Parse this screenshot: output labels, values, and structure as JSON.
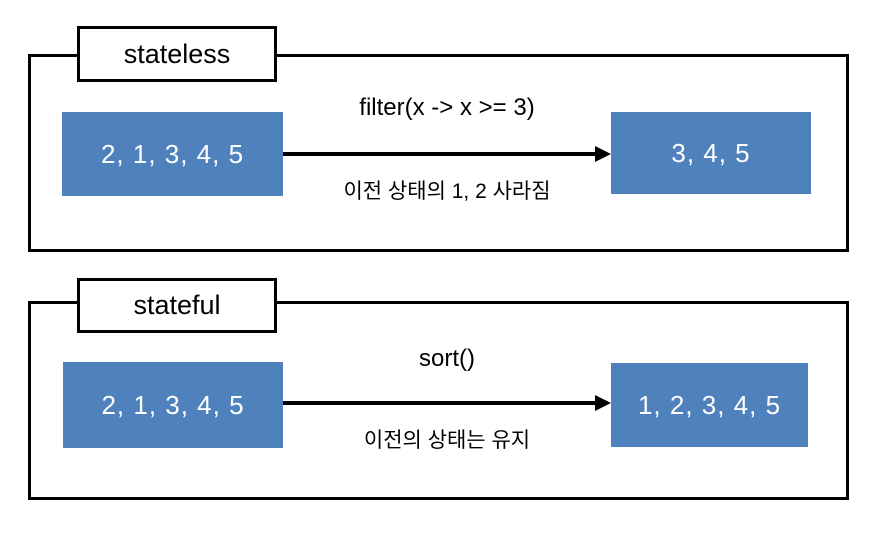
{
  "colors": {
    "box_fill": "#4f81bd",
    "box_text": "#ffffff",
    "line": "#000000",
    "background": "#ffffff"
  },
  "sections": [
    {
      "label": "stateless",
      "input_values": "2, 1, 3, 4, 5",
      "operation": "filter(x -> x >= 3)",
      "note": "이전 상태의 1, 2 사라짐",
      "output_values": "3, 4, 5"
    },
    {
      "label": "stateful",
      "input_values": "2, 1, 3, 4, 5",
      "operation": "sort()",
      "note": "이전의 상태는 유지",
      "output_values": "1, 2, 3, 4, 5"
    }
  ]
}
